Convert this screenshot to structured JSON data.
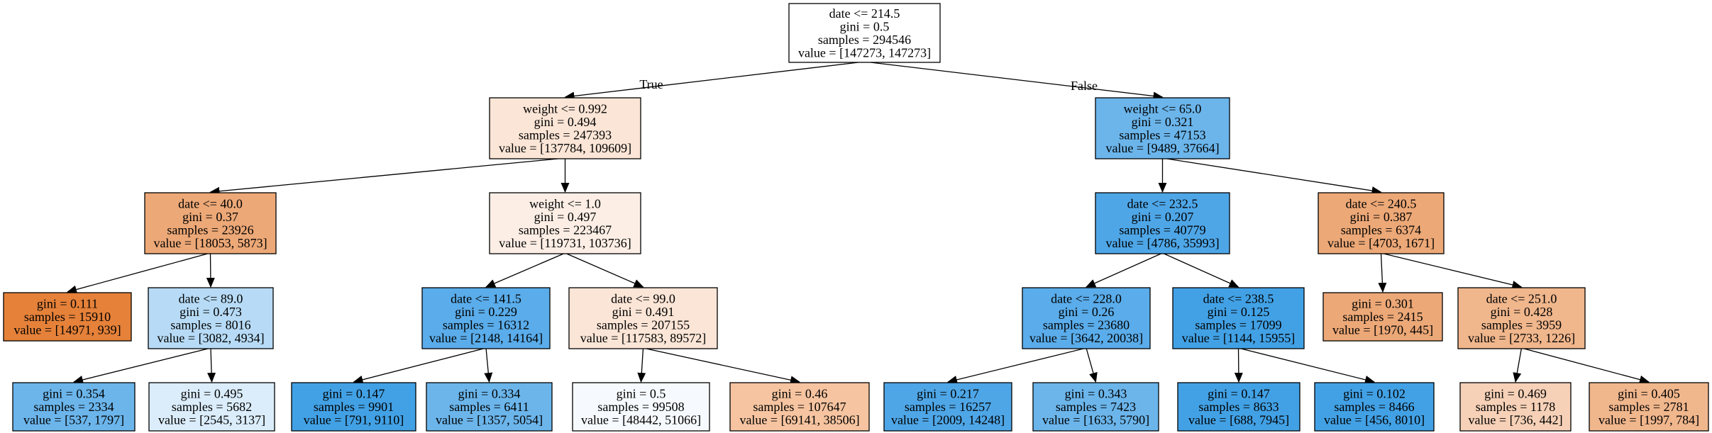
{
  "colors": {
    "orange_strong": "#e58139",
    "orange_mid": "#eca877",
    "orange_light": "#f0b68c",
    "orange_pale": "#f6d1b7",
    "peach": "#f6c4a0",
    "peach_light": "#fbe5d6",
    "peach_faint": "#fceee5",
    "white": "#ffffff",
    "white_blue": "#f6fafe",
    "blue_strong": "#42a1e5",
    "blue_mid": "#4ea6e7",
    "blue_med": "#5aacea",
    "blue_light": "#6bb5eb",
    "blue_pale": "#b7dbf6",
    "blue_faint": "#dbedfb"
  },
  "edge_labels": {
    "true_label": "True",
    "false_label": "False"
  },
  "nodes": [
    {
      "id": "n0",
      "fill": "white",
      "lines": [
        "date <= 214.5",
        "gini = 0.5",
        "samples = 294546",
        "value = [147273, 147273]"
      ]
    },
    {
      "id": "n1",
      "fill": "peach_light",
      "lines": [
        "weight <= 0.992",
        "gini = 0.494",
        "samples = 247393",
        "value = [137784, 109609]"
      ]
    },
    {
      "id": "n2",
      "fill": "blue_light",
      "lines": [
        "weight <= 65.0",
        "gini = 0.321",
        "samples = 47153",
        "value = [9489, 37664]"
      ]
    },
    {
      "id": "n3",
      "fill": "orange_mid",
      "lines": [
        "date <= 40.0",
        "gini = 0.37",
        "samples = 23926",
        "value = [18053, 5873]"
      ]
    },
    {
      "id": "n4",
      "fill": "peach_faint",
      "lines": [
        "weight <= 1.0",
        "gini = 0.497",
        "samples = 223467",
        "value = [119731, 103736]"
      ]
    },
    {
      "id": "n5",
      "fill": "blue_mid",
      "lines": [
        "date <= 232.5",
        "gini = 0.207",
        "samples = 40779",
        "value = [4786, 35993]"
      ]
    },
    {
      "id": "n6",
      "fill": "orange_mid",
      "lines": [
        "date <= 240.5",
        "gini = 0.387",
        "samples = 6374",
        "value = [4703, 1671]"
      ]
    },
    {
      "id": "n7",
      "fill": "orange_strong",
      "lines": [
        "gini = 0.111",
        "samples = 15910",
        "value = [14971, 939]"
      ]
    },
    {
      "id": "n8",
      "fill": "blue_pale",
      "lines": [
        "date <= 89.0",
        "gini = 0.473",
        "samples = 8016",
        "value = [3082, 4934]"
      ]
    },
    {
      "id": "n9",
      "fill": "blue_med",
      "lines": [
        "date <= 141.5",
        "gini = 0.229",
        "samples = 16312",
        "value = [2148, 14164]"
      ]
    },
    {
      "id": "n10",
      "fill": "peach_light",
      "lines": [
        "date <= 99.0",
        "gini = 0.491",
        "samples = 207155",
        "value = [117583, 89572]"
      ]
    },
    {
      "id": "n11",
      "fill": "blue_med",
      "lines": [
        "date <= 228.0",
        "gini = 0.26",
        "samples = 23680",
        "value = [3642, 20038]"
      ]
    },
    {
      "id": "n12",
      "fill": "blue_strong",
      "lines": [
        "date <= 238.5",
        "gini = 0.125",
        "samples = 17099",
        "value = [1144, 15955]"
      ]
    },
    {
      "id": "n13",
      "fill": "orange_mid",
      "lines": [
        "gini = 0.301",
        "samples = 2415",
        "value = [1970, 445]"
      ]
    },
    {
      "id": "n14",
      "fill": "orange_light",
      "lines": [
        "date <= 251.0",
        "gini = 0.428",
        "samples = 3959",
        "value = [2733, 1226]"
      ]
    },
    {
      "id": "n15",
      "fill": "blue_light",
      "lines": [
        "gini = 0.354",
        "samples = 2334",
        "value = [537, 1797]"
      ]
    },
    {
      "id": "n16",
      "fill": "blue_faint",
      "lines": [
        "gini = 0.495",
        "samples = 5682",
        "value = [2545, 3137]"
      ]
    },
    {
      "id": "n17",
      "fill": "blue_strong",
      "lines": [
        "gini = 0.147",
        "samples = 9901",
        "value = [791, 9110]"
      ]
    },
    {
      "id": "n18",
      "fill": "blue_light",
      "lines": [
        "gini = 0.334",
        "samples = 6411",
        "value = [1357, 5054]"
      ]
    },
    {
      "id": "n19",
      "fill": "white_blue",
      "lines": [
        "gini = 0.5",
        "samples = 99508",
        "value = [48442, 51066]"
      ]
    },
    {
      "id": "n20",
      "fill": "peach",
      "lines": [
        "gini = 0.46",
        "samples = 107647",
        "value = [69141, 38506]"
      ]
    },
    {
      "id": "n21",
      "fill": "blue_mid",
      "lines": [
        "gini = 0.217",
        "samples = 16257",
        "value = [2009, 14248]"
      ]
    },
    {
      "id": "n22",
      "fill": "blue_light",
      "lines": [
        "gini = 0.343",
        "samples = 7423",
        "value = [1633, 5790]"
      ]
    },
    {
      "id": "n23",
      "fill": "blue_strong",
      "lines": [
        "gini = 0.147",
        "samples = 8633",
        "value = [688, 7945]"
      ]
    },
    {
      "id": "n24",
      "fill": "blue_strong",
      "lines": [
        "gini = 0.102",
        "samples = 8466",
        "value = [456, 8010]"
      ]
    },
    {
      "id": "n25",
      "fill": "orange_pale",
      "lines": [
        "gini = 0.469",
        "samples = 1178",
        "value = [736, 442]"
      ]
    },
    {
      "id": "n26",
      "fill": "orange_light",
      "lines": [
        "gini = 0.405",
        "samples = 2781",
        "value = [1997, 784]"
      ]
    }
  ],
  "edges": [
    [
      "n0",
      "n1"
    ],
    [
      "n0",
      "n2"
    ],
    [
      "n1",
      "n3"
    ],
    [
      "n1",
      "n4"
    ],
    [
      "n2",
      "n5"
    ],
    [
      "n2",
      "n6"
    ],
    [
      "n3",
      "n7"
    ],
    [
      "n3",
      "n8"
    ],
    [
      "n4",
      "n9"
    ],
    [
      "n4",
      "n10"
    ],
    [
      "n5",
      "n11"
    ],
    [
      "n5",
      "n12"
    ],
    [
      "n6",
      "n13"
    ],
    [
      "n6",
      "n14"
    ],
    [
      "n8",
      "n15"
    ],
    [
      "n8",
      "n16"
    ],
    [
      "n9",
      "n17"
    ],
    [
      "n9",
      "n18"
    ],
    [
      "n10",
      "n19"
    ],
    [
      "n10",
      "n20"
    ],
    [
      "n11",
      "n21"
    ],
    [
      "n11",
      "n22"
    ],
    [
      "n12",
      "n23"
    ],
    [
      "n12",
      "n24"
    ],
    [
      "n14",
      "n25"
    ],
    [
      "n14",
      "n26"
    ]
  ]
}
